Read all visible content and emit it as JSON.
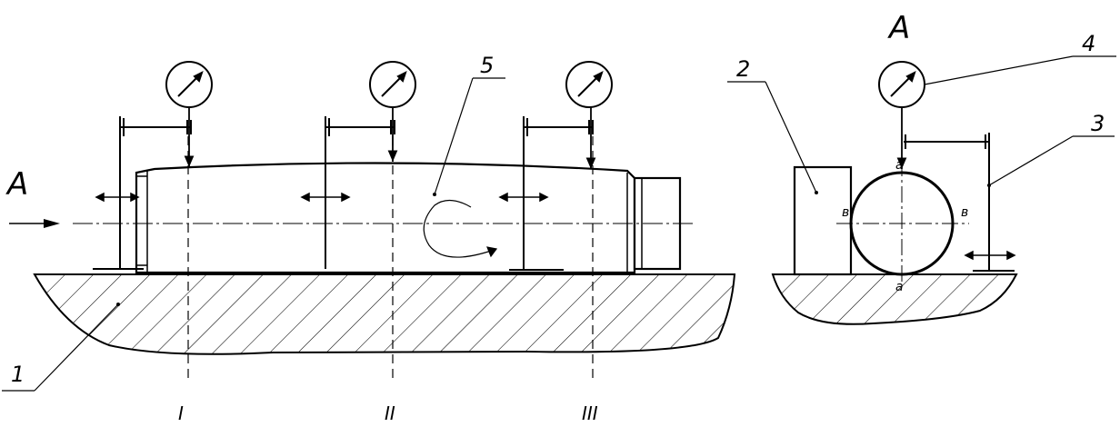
{
  "diagram": {
    "view_marker": "A",
    "view_title": "A",
    "callouts": [
      "1",
      "2",
      "3",
      "4",
      "5"
    ],
    "sections": [
      "I",
      "II",
      "III"
    ],
    "point_labels": {
      "top": "a",
      "bottom": "a",
      "left": "в",
      "right": "в"
    }
  },
  "colors": {
    "ink": "#000000",
    "background": "#ffffff"
  },
  "icons": [
    "dial-indicator-icon",
    "double-arrow-icon",
    "rotation-arrow-icon",
    "hatch-pattern"
  ]
}
